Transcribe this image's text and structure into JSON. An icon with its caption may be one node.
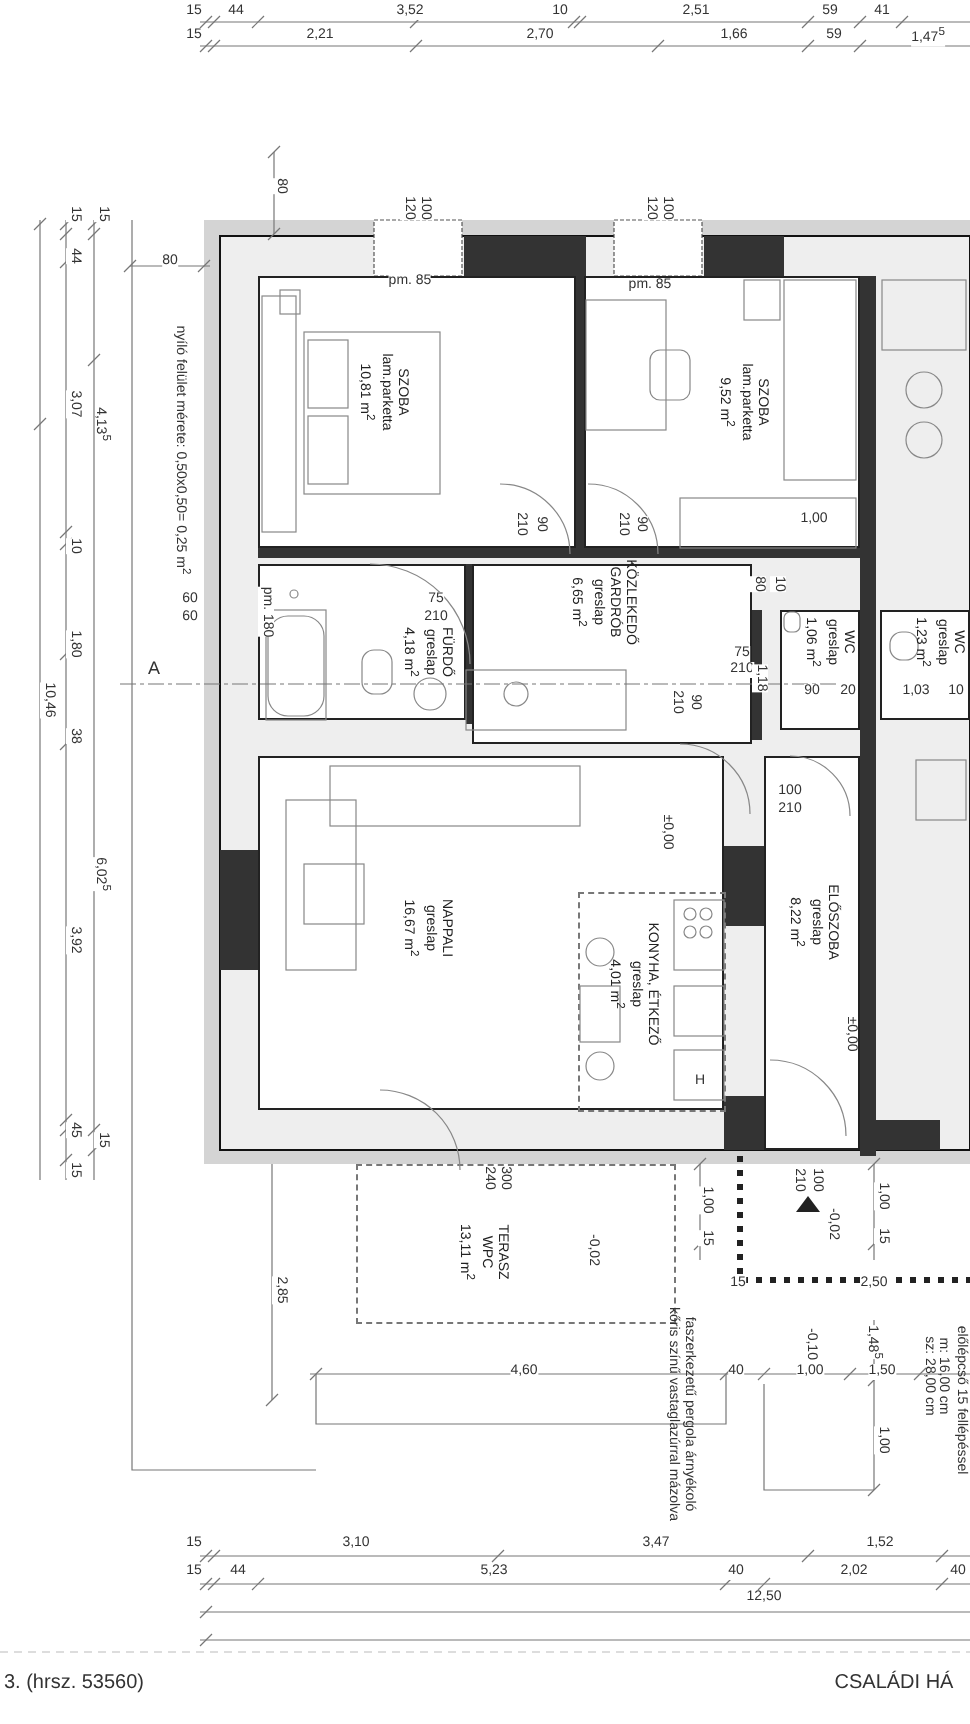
{
  "diagram": {
    "nodes": [
      {
        "text": [
          "SZOBA",
          "lam.parketta",
          "10,81 m$^{2}$"
        ]
      },
      {
        "text": [
          "SZOBA",
          "lam.parketta",
          "9,52 m$^{2}$"
        ]
      },
      {
        "text": [
          "FÜRDŐ",
          "greslap",
          "4,18 m$^{2}$"
        ]
      },
      {
        "text": [
          "KÖZLEKEDŐ",
          "GARDRÓB",
          "greslap",
          "6,65 m$^{2}$"
        ]
      },
      {
        "text": [
          "WC",
          "greslap",
          "1,06 m$^{2}$"
        ]
      },
      {
        "text": [
          "WC",
          "greslap",
          "1,23 m$^{2}$"
        ]
      },
      {
        "text": [
          "NAPPALI",
          "greslap",
          "16,67 m$^{2}$"
        ]
      },
      {
        "text": [
          "KONYHA, ÉTKEZŐ",
          "greslap",
          "4,01 m$^{2}$"
        ],
        "in": 6
      },
      {
        "text": [
          "ELŐSZOBA",
          "greslap",
          "8,22 m$^{2}$"
        ]
      },
      {
        "text": [
          "TERASZ",
          "WPC",
          "13,11 m$^{2}$"
        ]
      }
    ],
    "labels": [
      "15",
      "44",
      "3,52",
      "10",
      "2,51",
      "59",
      "41",
      "15",
      "2,21",
      "2,70",
      "1,66",
      "59",
      "1,47$^{5}$",
      "80",
      "120",
      "100",
      "120",
      "100",
      "15",
      "15",
      "44",
      "80",
      "pm. 85",
      "pm. 85",
      "3,07",
      "4,13$^{5}$",
      "nyíló felület mérete: 0,50x0,50= 0,25 m$^{2}$",
      "10",
      "60",
      "60",
      "pm. 180",
      "1,80",
      "A",
      "10,46",
      "38",
      "6,02$^{5}$",
      "3,92",
      "45",
      "15",
      "15",
      "75",
      "210",
      "210",
      "90",
      "210",
      "90",
      "1,00",
      "80",
      "10",
      "75",
      "210",
      "1,18",
      "90",
      "20",
      "1,03",
      "10",
      "210",
      "90",
      "100",
      "210",
      "±0,00",
      "±0,00",
      "H",
      "240",
      "300",
      "210",
      "100",
      "1,00",
      "15",
      "-0,02",
      "-0,02",
      "1,00",
      "15",
      "15",
      "2,50",
      "2,85",
      "-0,10",
      "1,48$^{5}$",
      "faszerkezetű pergola árnyékoló kőris színű vastaglazúrral mázolva",
      "sz: 28,00 cm",
      "m: 16,00 cm",
      "előlépcső 15 fellépéssel",
      "4,60",
      "40",
      "1,00",
      "1,50",
      "1,00",
      "15",
      "3,10",
      "3,47",
      "1,52",
      "15",
      "44",
      "5,23",
      "40",
      "2,02",
      "40",
      "12,50",
      "3. (hrsz. 53560)",
      "CSALÁDI HÁ"
    ]
  }
}
